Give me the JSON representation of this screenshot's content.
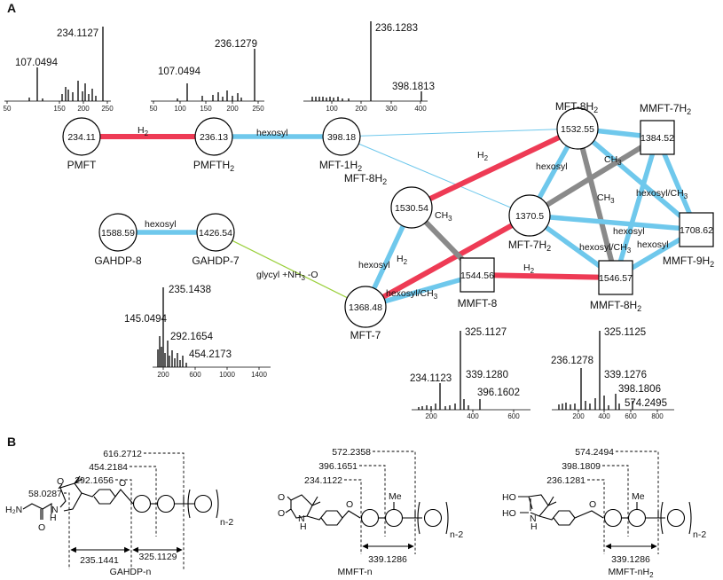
{
  "panels": {
    "a": "A",
    "b": "B"
  },
  "colors": {
    "h2": "#ee3b55",
    "hexosyl": "#6fc8ec",
    "ch3": "#8a8a8a",
    "glycyl": "#9bd03c"
  },
  "spectra": [
    {
      "id": "s1",
      "ticks": [
        "50",
        "150",
        "200",
        "250"
      ],
      "labels": [
        "234.1127",
        "107.0494"
      ]
    },
    {
      "id": "s2",
      "ticks": [
        "50",
        "100",
        "150",
        "200",
        "250"
      ],
      "labels": [
        "236.1279",
        "107.0494"
      ]
    },
    {
      "id": "s3",
      "ticks": [
        "100",
        "200",
        "300",
        "400"
      ],
      "labels": [
        "236.1283",
        "398.1813"
      ]
    },
    {
      "id": "s4",
      "ticks": [
        "200",
        "600",
        "1000",
        "1400"
      ],
      "labels": [
        "235.1438",
        "145.0494",
        "292.1654",
        "454.2173"
      ]
    },
    {
      "id": "s5",
      "ticks": [
        "200",
        "400",
        "600"
      ],
      "labels": [
        "325.1127",
        "234.1123",
        "339.1280",
        "396.1602"
      ]
    },
    {
      "id": "s6",
      "ticks": [
        "200",
        "400",
        "600",
        "800"
      ],
      "labels": [
        "325.1125",
        "236.1278",
        "339.1276",
        "398.1806",
        "574.2495"
      ]
    }
  ],
  "nodes": [
    {
      "id": "pmft",
      "shape": "circle",
      "value": "234.11",
      "label": "PMFT",
      "sub": ""
    },
    {
      "id": "pmfth2",
      "shape": "circle",
      "value": "236.13",
      "label": "PMFTH",
      "sub": "2"
    },
    {
      "id": "mft1h2",
      "shape": "circle",
      "value": "398.18",
      "label": "MFT-1H",
      "sub": "2"
    },
    {
      "id": "mft8h2a",
      "shape": "circle",
      "value": "1532.55",
      "label": "MFT-8H",
      "sub": "2"
    },
    {
      "id": "mmft7h2",
      "shape": "square",
      "value": "1384.52",
      "label": "MMFT-7H",
      "sub": "2"
    },
    {
      "id": "mft8h2b",
      "shape": "circle",
      "value": "1530.54",
      "label": "MFT-8H",
      "sub": "2"
    },
    {
      "id": "mft7h2",
      "shape": "circle",
      "value": "1370.5",
      "label": "MFT-7H",
      "sub": "2"
    },
    {
      "id": "mmft9h2",
      "shape": "square",
      "value": "1708.62",
      "label": "MMFT-9H",
      "sub": "2"
    },
    {
      "id": "gahdp8",
      "shape": "circle",
      "value": "1588.59",
      "label": "GAHDP-8",
      "sub": ""
    },
    {
      "id": "gahdp7",
      "shape": "circle",
      "value": "1426.54",
      "label": "GAHDP-7",
      "sub": ""
    },
    {
      "id": "mmft8",
      "shape": "square",
      "value": "1544.56",
      "label": "MMFT-8",
      "sub": ""
    },
    {
      "id": "mmft8h2",
      "shape": "square",
      "value": "1546.57",
      "label": "MMFT-8H",
      "sub": "2"
    },
    {
      "id": "mft7",
      "shape": "circle",
      "value": "1368.48",
      "label": "MFT-7",
      "sub": ""
    }
  ],
  "edges": [
    {
      "from": "pmft",
      "to": "pmfth2",
      "type": "h2",
      "label": "H",
      "sub": "2"
    },
    {
      "from": "pmfth2",
      "to": "mft1h2",
      "type": "hexosyl",
      "label": "hexosyl",
      "sub": ""
    },
    {
      "from": "mft1h2",
      "to": "mft8h2a",
      "type": "hexosyl-thin",
      "label": "",
      "sub": ""
    },
    {
      "from": "mft1h2",
      "to": "mft7h2",
      "type": "hexosyl-thin",
      "label": "",
      "sub": ""
    },
    {
      "from": "mft8h2b",
      "to": "mft8h2a",
      "type": "h2",
      "label": "H",
      "sub": "2"
    },
    {
      "from": "mft8h2a",
      "to": "mmft7h2",
      "type": "hexosyl",
      "label": "",
      "sub": ""
    },
    {
      "from": "mft8h2a",
      "to": "mft7h2",
      "type": "hexosyl",
      "label": "hexosyl",
      "sub": ""
    },
    {
      "from": "mft8h2a",
      "to": "mmft8h2",
      "type": "ch3",
      "label": "CH",
      "sub": "3"
    },
    {
      "from": "mft8h2a",
      "to": "mmft9h2",
      "type": "hexosyl",
      "label": "",
      "sub": ""
    },
    {
      "from": "mmft7h2",
      "to": "mft7h2",
      "type": "ch3",
      "label": "CH",
      "sub": "3"
    },
    {
      "from": "mmft7h2",
      "to": "mmft9h2",
      "type": "hexosyl",
      "label": "hexosyl/CH",
      "sub": "3"
    },
    {
      "from": "mmft7h2",
      "to": "mmft8h2",
      "type": "hexosyl",
      "label": "",
      "sub": ""
    },
    {
      "from": "mft7h2",
      "to": "mmft9h2",
      "type": "hexosyl",
      "label": "hexosyl",
      "sub": ""
    },
    {
      "from": "mft7h2",
      "to": "mmft8h2",
      "type": "hexosyl",
      "label": "hexosyl/CH",
      "sub": "3"
    },
    {
      "from": "mmft8h2",
      "to": "mmft9h2",
      "type": "hexosyl",
      "label": "hexosyl",
      "sub": ""
    },
    {
      "from": "mft7h2",
      "to": "mft7",
      "type": "h2",
      "label": "H",
      "sub": "2"
    },
    {
      "from": "mft8h2b",
      "to": "mmft8",
      "type": "ch3",
      "label": "CH",
      "sub": "3"
    },
    {
      "from": "mft8h2b",
      "to": "mft7",
      "type": "hexosyl",
      "label": "hexosyl",
      "sub": ""
    },
    {
      "from": "mmft8",
      "to": "mmft8h2",
      "type": "h2",
      "label": "H",
      "sub": "2"
    },
    {
      "from": "mft7",
      "to": "mmft8",
      "type": "hexosyl",
      "label": "hexosyl/CH",
      "sub": "3"
    },
    {
      "from": "gahdp8",
      "to": "gahdp7",
      "type": "hexosyl",
      "label": "hexosyl",
      "sub": ""
    },
    {
      "from": "gahdp7",
      "to": "mft7",
      "type": "glycyl",
      "label": "glycyl +NH",
      "sub": "3",
      "tail": " -O"
    }
  ],
  "structures": [
    {
      "id": "gahdp",
      "name": "GAHDP-n",
      "repeat": "n-2",
      "fragments": [
        "58.0287",
        "292.1656",
        "454.2184",
        "616.2712"
      ],
      "spans": [
        "235.1441",
        "325.1129"
      ],
      "atoms": {
        "nh2": "H₂N",
        "nh": "H",
        "n": "N",
        "o": "O",
        "o2": "O",
        "oe": "O"
      }
    },
    {
      "id": "mmft",
      "name": "MMFT-n",
      "repeat": "n-2",
      "fragments": [
        "234.1122",
        "396.1651",
        "572.2358"
      ],
      "spans": [
        "339.1286"
      ],
      "atoms": {
        "o": "O",
        "o2": "O",
        "nh": "H",
        "n": "N",
        "oe": "O",
        "me": "Me"
      }
    },
    {
      "id": "mmfth",
      "name": "MMFT-nH",
      "name_sub": "2",
      "repeat": "n-2",
      "fragments": [
        "236.1281",
        "398.1809",
        "574.2494"
      ],
      "spans": [
        "339.1286"
      ],
      "atoms": {
        "ho1": "HO",
        "ho2": "HO",
        "nh": "H",
        "n": "N",
        "oe": "O",
        "me": "Me"
      }
    }
  ]
}
